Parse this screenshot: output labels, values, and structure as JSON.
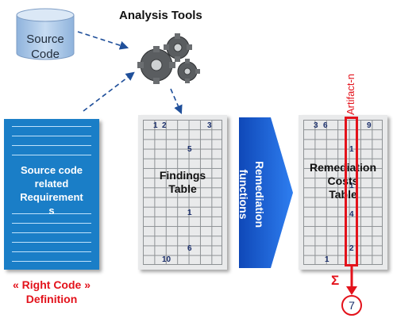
{
  "source_code": {
    "line1": "Source",
    "line2": "Code"
  },
  "analysis_tools": {
    "title": "Analysis Tools"
  },
  "requirements": {
    "line1": "Source code",
    "line2": "related",
    "line3": "Requirement",
    "line4": "s",
    "caption_line1": "« Right Code »",
    "caption_line2": "Definition"
  },
  "findings": {
    "line1": "Findings",
    "line2": "Table",
    "cells": [
      "1",
      "2",
      "3",
      "5",
      "1",
      "6",
      "10"
    ]
  },
  "remediation_functions": {
    "label": "Remediation functions"
  },
  "costs": {
    "line1": "Remediation",
    "line2": "Costs",
    "line3": "Table",
    "cells": [
      "3",
      "6",
      "9",
      "1",
      "1",
      "4",
      "2",
      "1"
    ],
    "artifact_label": "Artifact-n",
    "sigma": "Σ",
    "total": "7"
  },
  "colors": {
    "blue": "#1a7ec7",
    "red": "#e3121b",
    "arrow_blue": "#1f5fc9"
  }
}
